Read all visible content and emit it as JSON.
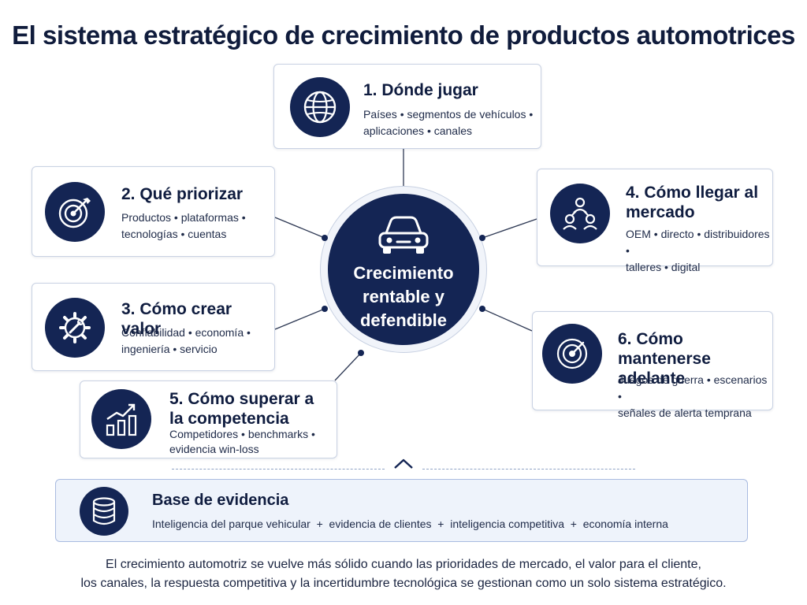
{
  "title": "El sistema estratégico de crecimiento de productos automotrices",
  "hub": {
    "label_lines": [
      "Crecimiento",
      "rentable y",
      "defendible"
    ],
    "icon": "car-icon"
  },
  "cards": [
    {
      "title_lines": [
        "1. Dónde jugar"
      ],
      "text_lines": [
        "Países • segmentos de vehículos •",
        "aplicaciones • canales"
      ],
      "icon": "globe-icon"
    },
    {
      "title_lines": [
        "2. Qué priorizar"
      ],
      "text_lines": [
        "Productos • plataformas •",
        "tecnologías • cuentas"
      ],
      "icon": "target-icon"
    },
    {
      "title_lines": [
        "3. Cómo crear valor"
      ],
      "text_lines": [
        "Confiabilidad • economía •",
        "ingeniería • servicio"
      ],
      "icon": "gear-wrench-icon"
    },
    {
      "title_lines": [
        "4. Cómo llegar al",
        "mercado"
      ],
      "text_lines": [
        "OEM • directo • distribuidores •",
        "talleres • digital"
      ],
      "icon": "network-people-icon"
    },
    {
      "title_lines": [
        "5. Cómo superar a",
        "la competencia"
      ],
      "text_lines": [
        "Competidores • benchmarks •",
        "evidencia win-loss"
      ],
      "icon": "bar-chart-growth-icon"
    },
    {
      "title_lines": [
        "6. Cómo mantenerse",
        "adelante"
      ],
      "text_lines": [
        "Juegos de guerra • escenarios •",
        "señales de alerta temprana"
      ],
      "icon": "radar-icon"
    }
  ],
  "evidence": {
    "title": "Base de evidencia",
    "text": "Inteligencia del parque vehicular  +  evidencia de clientes  +  inteligencia competitiva  +  economía interna",
    "icon": "database-icon"
  },
  "footer_lines": [
    "El crecimiento automotriz se vuelve más sólido cuando las prioridades de mercado, el valor para el cliente,",
    "los canales, la respuesta competitiva y la incertidumbre tecnológica se gestionan como un solo sistema estratégico."
  ],
  "colors": {
    "navy": "#142554",
    "card_border": "#c9d2e3",
    "evidence_bg": "#eef3fb"
  }
}
